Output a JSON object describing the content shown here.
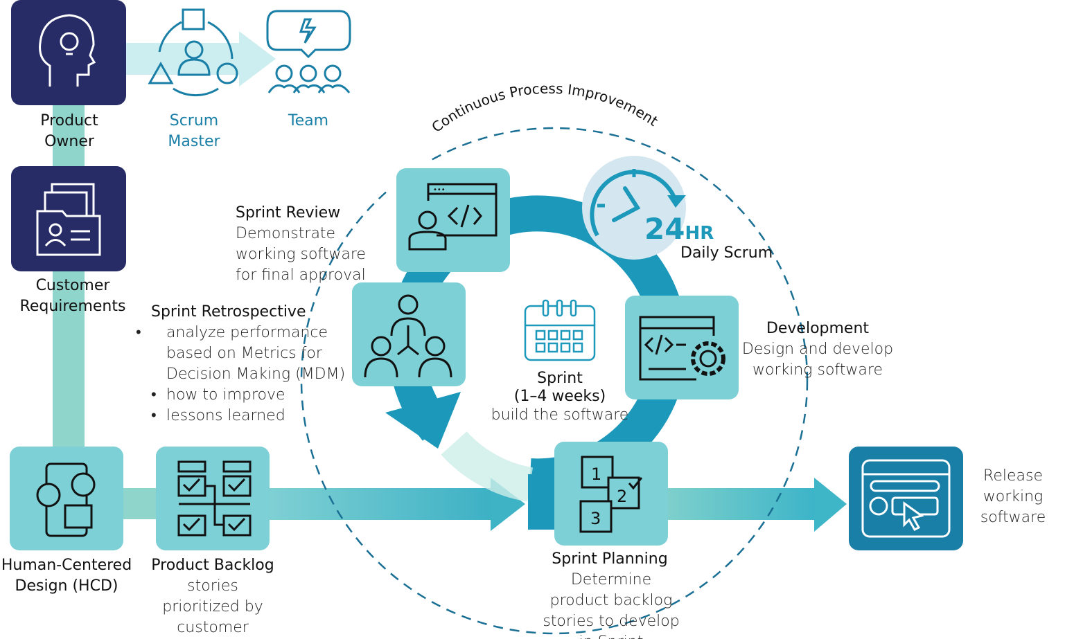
{
  "colors": {
    "navy": "#272b66",
    "box": "#7dd0d6",
    "ring": "#1c98bb",
    "release": "#1a7fa6",
    "connector": "#8fd5cc",
    "dashed": "#1a6f94",
    "role_text": "#1a7fa6"
  },
  "roles": {
    "product_owner": "Product Owner",
    "scrum_master": "Scrum Master",
    "team": "Team"
  },
  "inputs": {
    "customer_requirements": "Customer Requirements",
    "hcd": "Human-Centered Design (HCD)"
  },
  "product_backlog": {
    "title": "Product Backlog",
    "desc": "stories prioritized by customer"
  },
  "cycle_label": "Continuous Process Improvement",
  "sprint": {
    "title": "Sprint",
    "duration": "(1–4 weeks)",
    "desc": "build the software"
  },
  "daily_scrum": {
    "badge_number": "24",
    "badge_unit": "HR",
    "title": "Daily Scrum"
  },
  "sprint_review": {
    "title": "Sprint Review",
    "desc": "Demonstrate working software for final approval"
  },
  "sprint_retrospective": {
    "title": "Sprint Retrospective",
    "bullets": [
      "analyze performance based on Metrics for Decision Making (MDM)",
      "how to improve",
      "lessons learned"
    ]
  },
  "development": {
    "title": "Development",
    "desc": "Design and develop working software"
  },
  "sprint_planning": {
    "title": "Sprint Planning",
    "desc": "Determine product backlog stories to develop in Sprint",
    "steps": [
      "1",
      "2",
      "3"
    ]
  },
  "release": {
    "title": "Release working software"
  }
}
